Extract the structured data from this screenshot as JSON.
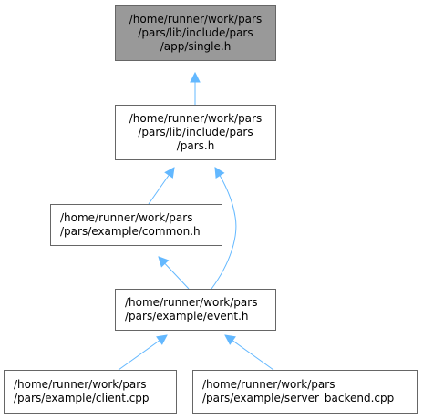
{
  "nodes": {
    "single_h": {
      "lines": [
        "/home/runner/work/pars",
        "/pars/lib/include/pars",
        "/app/single.h"
      ],
      "highlighted": true
    },
    "pars_h": {
      "lines": [
        "/home/runner/work/pars",
        "/pars/lib/include/pars",
        "/pars.h"
      ]
    },
    "common_h": {
      "lines": [
        "/home/runner/work/pars",
        "/pars/example/common.h"
      ]
    },
    "event_h": {
      "lines": [
        "/home/runner/work/pars",
        "/pars/example/event.h"
      ]
    },
    "client_cpp": {
      "lines": [
        "/home/runner/work/pars",
        "/pars/example/client.cpp"
      ]
    },
    "server_backend_cpp": {
      "lines": [
        "/home/runner/work/pars",
        "/pars/example/server_backend.cpp"
      ]
    }
  },
  "edges": [
    {
      "from": "pars_h",
      "to": "single_h"
    },
    {
      "from": "common_h",
      "to": "pars_h"
    },
    {
      "from": "event_h",
      "to": "pars_h"
    },
    {
      "from": "event_h",
      "to": "common_h"
    },
    {
      "from": "client_cpp",
      "to": "event_h"
    },
    {
      "from": "server_backend_cpp",
      "to": "event_h"
    }
  ],
  "colors": {
    "edge": "#63b8ff",
    "node_border": "#666666",
    "highlight_fill": "#999999"
  }
}
